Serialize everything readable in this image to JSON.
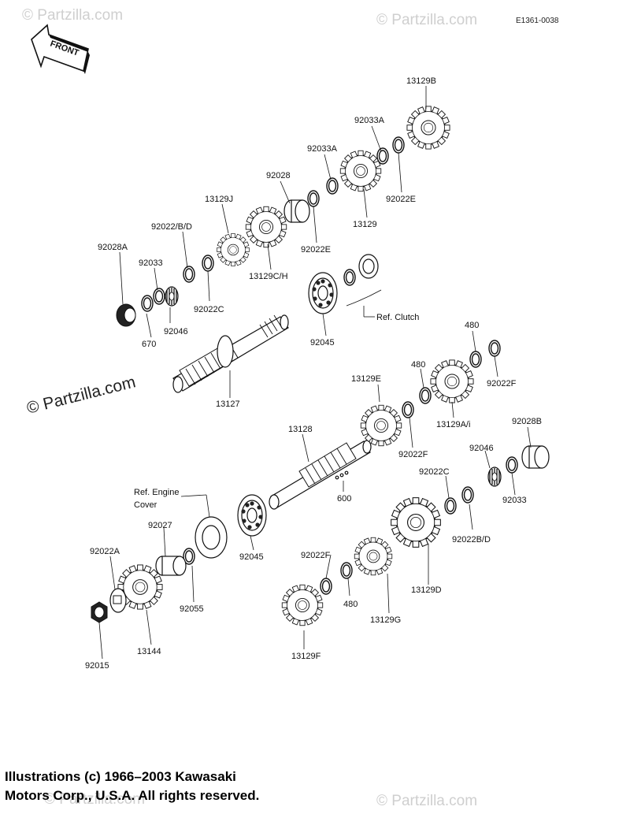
{
  "document_code": "E1361-0038",
  "front_label": "FRONT",
  "watermark": "© Partzilla.com",
  "copyright_line1": "Illustrations (c) 1966–2003 Kawasaki",
  "copyright_line2": "Motors Corp., U.S.A.  All rights reserved.",
  "references": {
    "clutch": "Ref. Clutch",
    "engine_cover_1": "Ref.  Engine",
    "engine_cover_2": "Cover"
  },
  "parts": {
    "p13129B": "13129B",
    "p92033A_top": "92033A",
    "p92033A": "92033A",
    "p92028": "92028",
    "p13129J": "13129J",
    "p92022BD_top": "92022/B/D",
    "p92028A": "92028A",
    "p92033_top": "92033",
    "p670": "670",
    "p92046_top": "92046",
    "p92022C_top": "92022C",
    "p13129CH": "13129C/H",
    "p92022E_mid": "92022E",
    "p13129": "13129",
    "p92022E_right": "92022E",
    "p92045_top": "92045",
    "p13127": "13127",
    "p480_a": "480",
    "p480_b": "480",
    "p92022F_right": "92022F",
    "p13129E": "13129E",
    "p13129Ai": "13129A/i",
    "p92022F_mid": "92022F",
    "p92028B": "92028B",
    "p13128": "13128",
    "p92046_bot": "92046",
    "p600": "600",
    "p92022C_bot": "92022C",
    "p92033_bot": "92033",
    "p92022BD_bot": "92022B/D",
    "p92027": "92027",
    "p92022A": "92022A",
    "p92045_bot": "92045",
    "p92022F_bot": "92022F",
    "p13129D": "13129D",
    "p480_c": "480",
    "p13129G": "13129G",
    "p92055": "92055",
    "p13144": "13144",
    "p92015": "92015",
    "p13129F": "13129F"
  }
}
